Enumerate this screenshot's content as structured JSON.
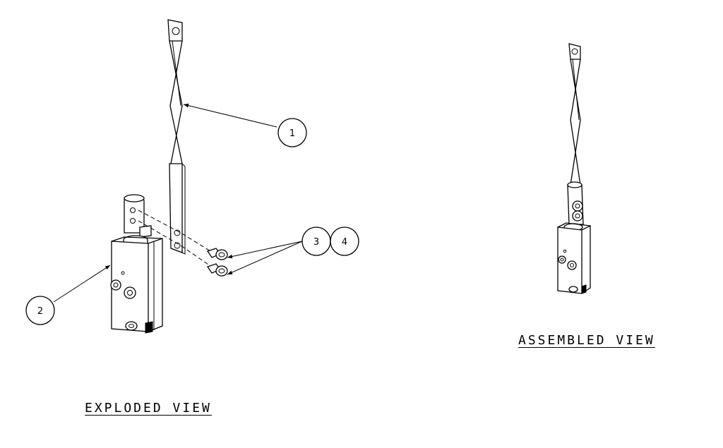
{
  "views": {
    "exploded_label": "EXPLODED VIEW",
    "assembled_label": "ASSEMBLED VIEW"
  },
  "balloons": {
    "b1": "1",
    "b2": "2",
    "b3": "3",
    "b4": "4"
  }
}
